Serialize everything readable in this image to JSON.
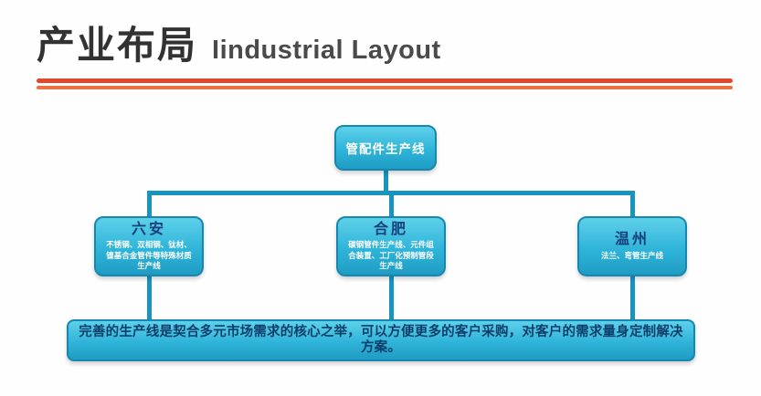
{
  "header": {
    "title_cn": "产业布局",
    "title_en": "Iindustrial Layout"
  },
  "chart": {
    "root_label": "管配件生产线",
    "branches": [
      {
        "name": "六安",
        "desc": "不锈钢、双相钢、钛材、镍基合金管件等特殊材质生产线"
      },
      {
        "name": "合肥",
        "desc": "碳钢管件生产线、元件组合装置、工厂化预制管段生产线"
      },
      {
        "name": "温州",
        "desc": "法兰、弯管生产线"
      }
    ],
    "summary": "完善的生产线是契合多元市场需求的核心之举，可以方便更多的客户采购，对客户的需求量身定制解决方案。"
  },
  "colors": {
    "box_fill": "#2fb4d9",
    "box_border": "#1787b0",
    "connector": "#1795be",
    "accent_red": "#e2492c",
    "branch_name_text": "#16407c",
    "summary_text": "#0d3e6b",
    "title_text": "#323232"
  }
}
